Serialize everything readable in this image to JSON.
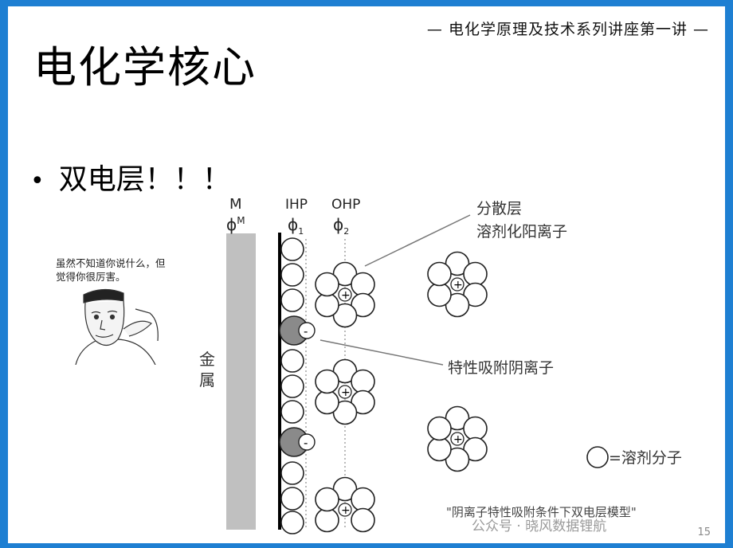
{
  "header": {
    "series_title": "— 电化学原理及技术系列讲座第一讲 —"
  },
  "slide": {
    "title": "电化学核心",
    "bullet": "双电层！！！",
    "page_number": "15"
  },
  "meme": {
    "caption_line1": "虽然不知道你说什么，但",
    "caption_line2": "觉得你很厉害。"
  },
  "diagram": {
    "metal_label_m": "M",
    "metal_label_phi": "ϕ",
    "metal_label_phi_sup": "M",
    "ihp_label": "IHP",
    "ihp_phi": "ϕ",
    "ihp_sub": "1",
    "ohp_label": "OHP",
    "ohp_phi": "ϕ",
    "ohp_sub": "2",
    "metal_text_1": "金",
    "metal_text_2": "属",
    "diffuse_label_1": "分散层",
    "diffuse_label_2": "溶剂化阳离子",
    "adsorbed_label": "特性吸附阴离子",
    "legend_label": "=溶剂分子",
    "caption": "\"阴离子特性吸附条件下双电层模型\"",
    "anion_sign": "-",
    "cation_sign": "+"
  },
  "watermark": {
    "text": "公众号 · 晓风数据锂航"
  },
  "colors": {
    "frame": "#1e7fd2",
    "metal": "#c0c0c0",
    "anion": "#8a8a8a"
  }
}
